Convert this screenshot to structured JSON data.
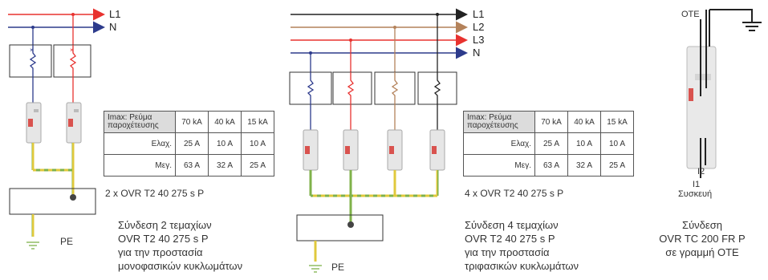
{
  "left": {
    "lines": [
      "L1",
      "N"
    ],
    "pe_label": "PE",
    "model": "2 x OVR T2 40 275 s P",
    "caption": [
      "Σύνδεση 2 τεμαχίων",
      "OVR T2 40 275 s P",
      "για την προστασία",
      "μονοφασικών κυκλωμάτων"
    ],
    "table": {
      "header": "I_max: Ρεύμα παροχέτευσης",
      "header_line1": "Imax: Ρεύμα",
      "header_line2": "παροχέτευσης",
      "columns": [
        "70 kA",
        "40 kA",
        "15 kA"
      ],
      "rows": [
        {
          "label": "Ελαχ.",
          "values": [
            "25 A",
            "10 A",
            "10 A"
          ]
        },
        {
          "label": "Μεγ.",
          "values": [
            "63 A",
            "32 A",
            "25 A"
          ]
        }
      ]
    }
  },
  "middle": {
    "lines": [
      "L1",
      "L2",
      "L3",
      "N"
    ],
    "pe_label": "PE",
    "model": "4 x OVR T2 40 275 s P",
    "caption": [
      "Σύνδεση 4 τεμαχίων",
      "OVR T2 40 275 s P",
      "για την προστασία",
      "τριφασικών κυκλωμάτων"
    ],
    "table": {
      "header_line1": "Imax: Ρεύμα",
      "header_line2": "παροχέτευσης",
      "columns": [
        "70 kA",
        "40 kA",
        "15 kA"
      ],
      "rows": [
        {
          "label": "Ελαχ.",
          "values": [
            "25 A",
            "10 A",
            "10 A"
          ]
        },
        {
          "label": "Μεγ.",
          "values": [
            "63 A",
            "32 A",
            "25 A"
          ]
        }
      ]
    }
  },
  "right": {
    "ote_label": "OTE",
    "i1_label": "I1",
    "i2_label": "I2",
    "device_label": "Συσκευή",
    "caption": [
      "Σύνδεση",
      "OVR TC 200 FR P",
      "σε γραμμή OTE"
    ]
  },
  "colors": {
    "L1": "#e8322f",
    "N": "#2d3b8c",
    "L2": "#b4825a",
    "L1_three_phase": "#3a3a3a",
    "L3": "#e8322f",
    "PE": "#7fb24a"
  }
}
